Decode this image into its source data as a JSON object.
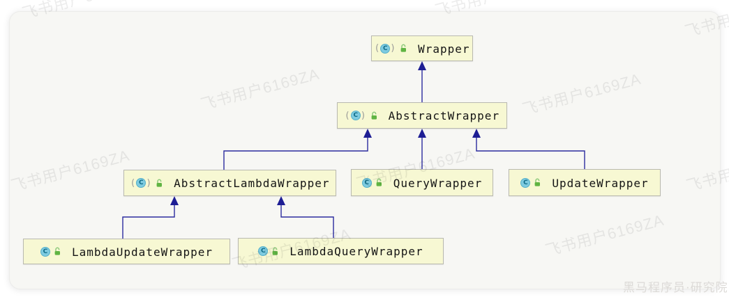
{
  "diagram": {
    "type": "uml-class-inheritance",
    "nodes": [
      {
        "id": "wrapper",
        "label": "Wrapper",
        "kind": "abstract-class",
        "visibility": "public"
      },
      {
        "id": "abstract-wrapper",
        "label": "AbstractWrapper",
        "kind": "abstract-class",
        "visibility": "public"
      },
      {
        "id": "abstract-lambda-wrapper",
        "label": "AbstractLambdaWrapper",
        "kind": "abstract-class",
        "visibility": "public"
      },
      {
        "id": "query-wrapper",
        "label": "QueryWrapper",
        "kind": "class",
        "visibility": "public"
      },
      {
        "id": "update-wrapper",
        "label": "UpdateWrapper",
        "kind": "class",
        "visibility": "public"
      },
      {
        "id": "lambda-update-wrapper",
        "label": "LambdaUpdateWrapper",
        "kind": "class",
        "visibility": "public"
      },
      {
        "id": "lambda-query-wrapper",
        "label": "LambdaQueryWrapper",
        "kind": "class",
        "visibility": "public"
      }
    ],
    "edges": [
      {
        "from": "AbstractWrapper",
        "to": "Wrapper",
        "type": "inheritance"
      },
      {
        "from": "AbstractLambdaWrapper",
        "to": "AbstractWrapper",
        "type": "inheritance"
      },
      {
        "from": "QueryWrapper",
        "to": "AbstractWrapper",
        "type": "inheritance"
      },
      {
        "from": "UpdateWrapper",
        "to": "AbstractWrapper",
        "type": "inheritance"
      },
      {
        "from": "LambdaUpdateWrapper",
        "to": "AbstractLambdaWrapper",
        "type": "inheritance"
      },
      {
        "from": "LambdaQueryWrapper",
        "to": "AbstractLambdaWrapper",
        "type": "inheritance"
      }
    ],
    "colors": {
      "node_fill": "#f7f8d3",
      "node_border": "#b9b9b0",
      "arrow": "#2b2b9e",
      "class_icon_fill": "#7ecbe0",
      "class_icon_letter": "#0e6b86",
      "lock_green": "#60b443",
      "panel_fill": "#f7f7f4"
    },
    "icon_letter": "C"
  },
  "watermark": {
    "text": "飞书用户6169ZA"
  },
  "credit": {
    "text": "黑马程序员·研究院"
  }
}
